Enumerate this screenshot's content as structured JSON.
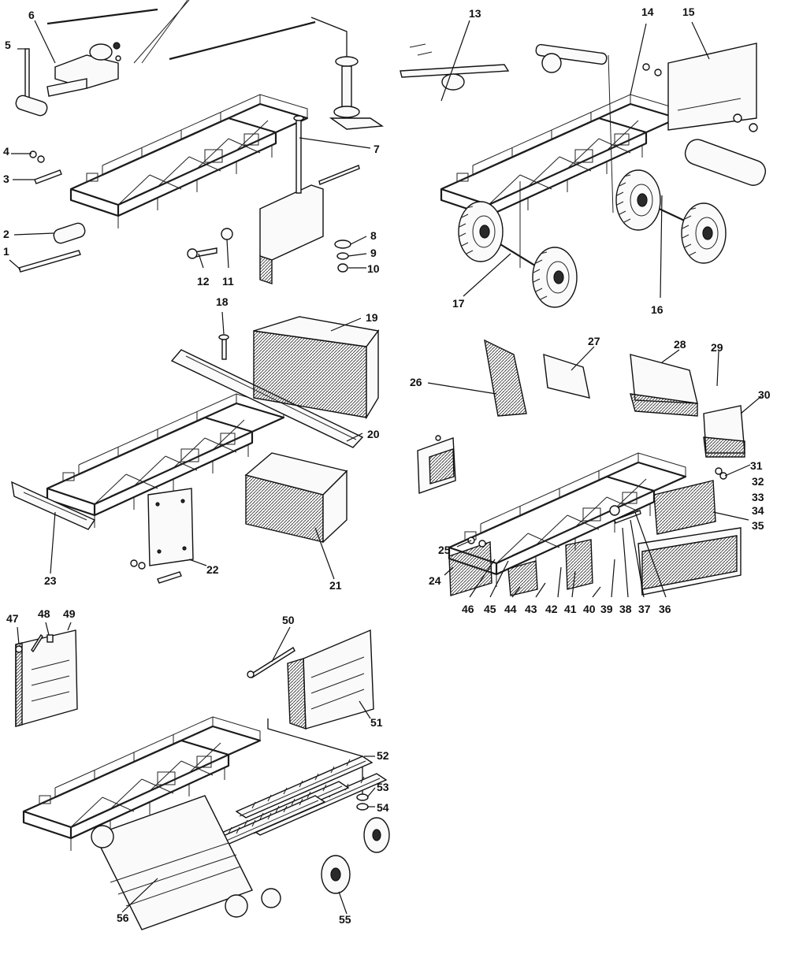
{
  "callouts": [
    {
      "text": "1"
    },
    {
      "text": "2"
    },
    {
      "text": "3"
    },
    {
      "text": "4"
    },
    {
      "text": "5"
    },
    {
      "text": "6"
    },
    {
      "text": "7"
    },
    {
      "text": "8"
    },
    {
      "text": "9"
    },
    {
      "text": "10"
    },
    {
      "text": "11"
    },
    {
      "text": "12"
    },
    {
      "text": "13"
    },
    {
      "text": "14"
    },
    {
      "text": "15"
    },
    {
      "text": "16"
    },
    {
      "text": "17"
    },
    {
      "text": "18"
    },
    {
      "text": "19"
    },
    {
      "text": "20"
    },
    {
      "text": "21"
    },
    {
      "text": "22"
    },
    {
      "text": "23"
    },
    {
      "text": "24"
    },
    {
      "text": "25"
    },
    {
      "text": "26"
    },
    {
      "text": "27"
    },
    {
      "text": "28"
    },
    {
      "text": "29"
    },
    {
      "text": "30"
    },
    {
      "text": "31"
    },
    {
      "text": "32"
    },
    {
      "text": "33"
    },
    {
      "text": "34"
    },
    {
      "text": "35"
    },
    {
      "text": "36"
    },
    {
      "text": "37"
    },
    {
      "text": "38"
    },
    {
      "text": "39"
    },
    {
      "text": "40"
    },
    {
      "text": "41"
    },
    {
      "text": "42"
    },
    {
      "text": "43"
    },
    {
      "text": "44"
    },
    {
      "text": "45"
    },
    {
      "text": "46"
    },
    {
      "text": "47"
    },
    {
      "text": "48"
    },
    {
      "text": "49"
    },
    {
      "text": "50"
    },
    {
      "text": "51"
    },
    {
      "text": "52"
    },
    {
      "text": "53"
    },
    {
      "text": "54"
    },
    {
      "text": "55"
    },
    {
      "text": "56"
    }
  ],
  "colors": {
    "ink": "#111111",
    "paper": "#ffffff"
  }
}
